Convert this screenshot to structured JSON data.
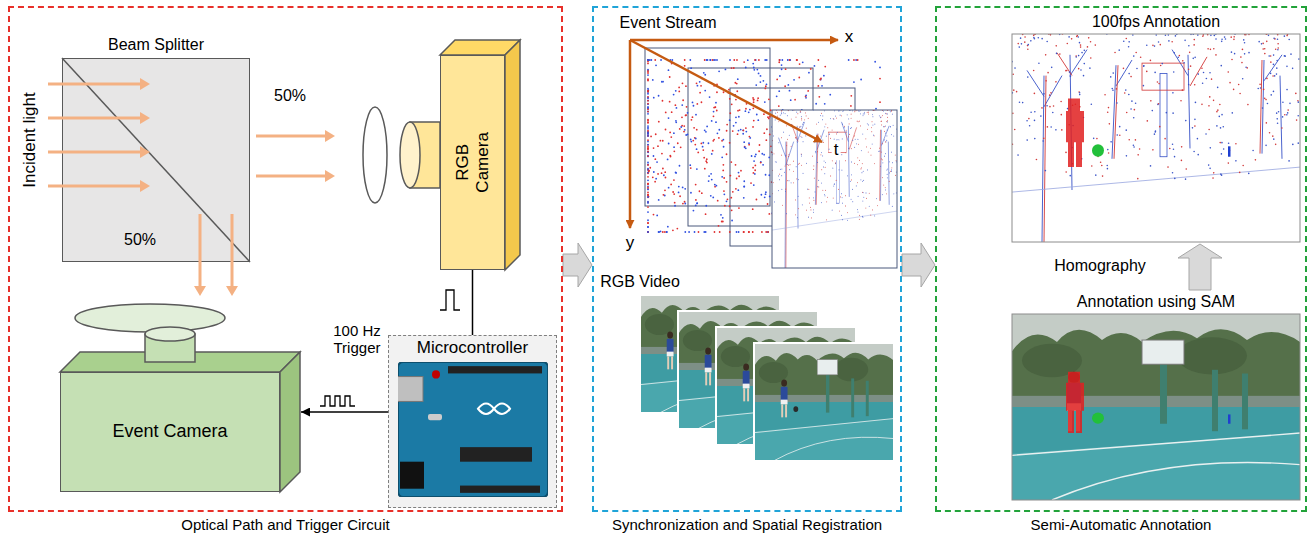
{
  "diagram": {
    "nodes": [
      {
        "text": [
          "Optical Path and Trigger Circuit"
        ]
      },
      {
        "text": [
          "Beam Splitter"
        ],
        "in": 0
      },
      {
        "text": [
          "RGB Camera"
        ],
        "in": 0
      },
      {
        "text": [
          "Event Camera"
        ],
        "in": 0
      },
      {
        "text": [
          "Microcontroller"
        ],
        "in": 0
      },
      {
        "text": [
          "Synchronization and Spatial Registration"
        ]
      },
      {
        "text": [
          "Semi-Automatic Annotation"
        ]
      },
      {
        "text": [
          "100fps Annotation"
        ],
        "in": 6
      },
      {
        "text": [
          "Annotation using SAM"
        ],
        "in": 6
      }
    ],
    "edges": [
      {
        "from": 4,
        "to": 2,
        "arrow": "none"
      },
      {
        "from": 4,
        "to": 3,
        "arrow": "to"
      },
      {
        "from": 0,
        "to": 5,
        "arrow": "to"
      },
      {
        "from": 5,
        "to": 6,
        "arrow": "to"
      },
      {
        "from": 8,
        "to": 7,
        "arrow": "to"
      }
    ],
    "labels": [
      "Incident light",
      "50%",
      "50%",
      "100 Hz Trigger",
      "Event Stream",
      "x",
      "y",
      "t",
      "RGB Video",
      "Homography"
    ]
  }
}
